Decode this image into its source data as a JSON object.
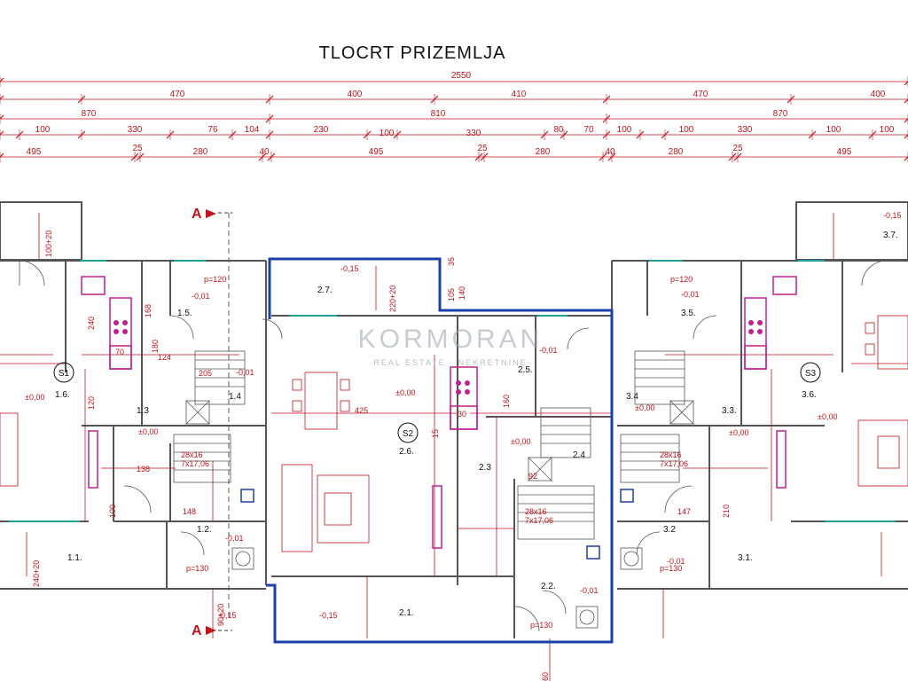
{
  "title": "TLOCRT PRIZEMLJA",
  "watermark": {
    "name": "KORMORAN",
    "tagline": "REAL ESTATE · NEKRETNINE"
  },
  "colors": {
    "lines": "#c0151c",
    "walls": "#555555",
    "highlight": "#1a3fa8",
    "furniture": "#c02090"
  },
  "dimension_rows": [
    [
      "2550"
    ],
    [
      "470",
      "400",
      "410",
      "470",
      "400"
    ],
    [
      "870",
      "810",
      "870"
    ],
    [
      "100",
      "330",
      "76",
      "104",
      "230",
      "100",
      "330",
      "80",
      "70",
      "100",
      "100",
      "330",
      "100",
      "100"
    ],
    [
      "495",
      "25",
      "280",
      "40",
      "495",
      "25",
      "280",
      "40",
      "280",
      "25",
      "495"
    ]
  ],
  "section_markers": [
    "A",
    "A"
  ],
  "unit_labels": [
    "S1",
    "S2",
    "S3"
  ],
  "rooms": [
    "1.1.",
    "1.2.",
    "1.3",
    "1.4",
    "1.5.",
    "1.6.",
    "2.1.",
    "2.2.",
    "2.3",
    "2.4",
    "2.5.",
    "2.6.",
    "2.7.",
    "3.1.",
    "3.2",
    "3.3.",
    "3.4",
    "3.5.",
    "3.6.",
    "3.7."
  ],
  "levels": [
    "-0,15",
    "-0,01",
    "±0,00",
    "-0,01",
    "±0,00",
    "-0,15",
    "-0,01",
    "±0,00",
    "±0,00",
    "-0,01",
    "-0,15",
    "-0,01",
    "±0,00",
    "±0,00",
    "-0,01",
    "-0,15",
    "±0,00",
    "-0,01"
  ],
  "annotations": [
    "p=120",
    "p=120",
    "p=130",
    "p=130",
    "p=130",
    "28x16",
    "28x16",
    "28x16",
    "7x17,06",
    "7x17,06",
    "7x17,06",
    "100+20",
    "220+20",
    "240+20",
    "90+20",
    "60"
  ],
  "misc_dims": [
    "240",
    "168",
    "205",
    "138",
    "148",
    "120",
    "425",
    "124",
    "180",
    "70",
    "92",
    "147",
    "210",
    "100",
    "160",
    "35",
    "140",
    "105",
    "30",
    "15"
  ]
}
